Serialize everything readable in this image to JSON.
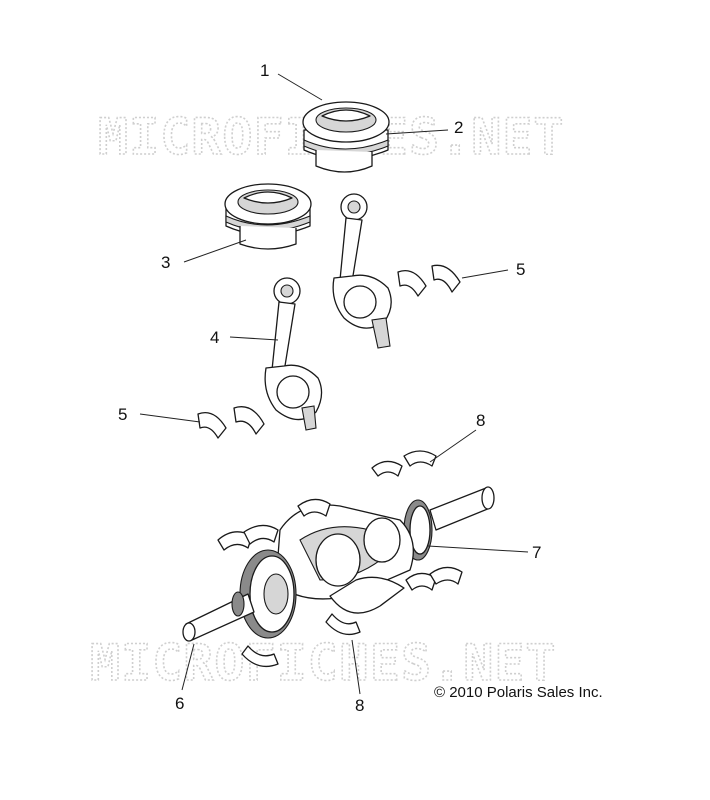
{
  "callouts": {
    "c1": "1",
    "c2": "2",
    "c3": "3",
    "c4": "4",
    "c5a": "5",
    "c5b": "5",
    "c6": "6",
    "c7": "7",
    "c8a": "8",
    "c8b": "8"
  },
  "watermark": {
    "top": "MICROFICHES.NET",
    "bottom": "MICROFICHES.NET"
  },
  "copyright": "© 2010 Polaris Sales Inc."
}
